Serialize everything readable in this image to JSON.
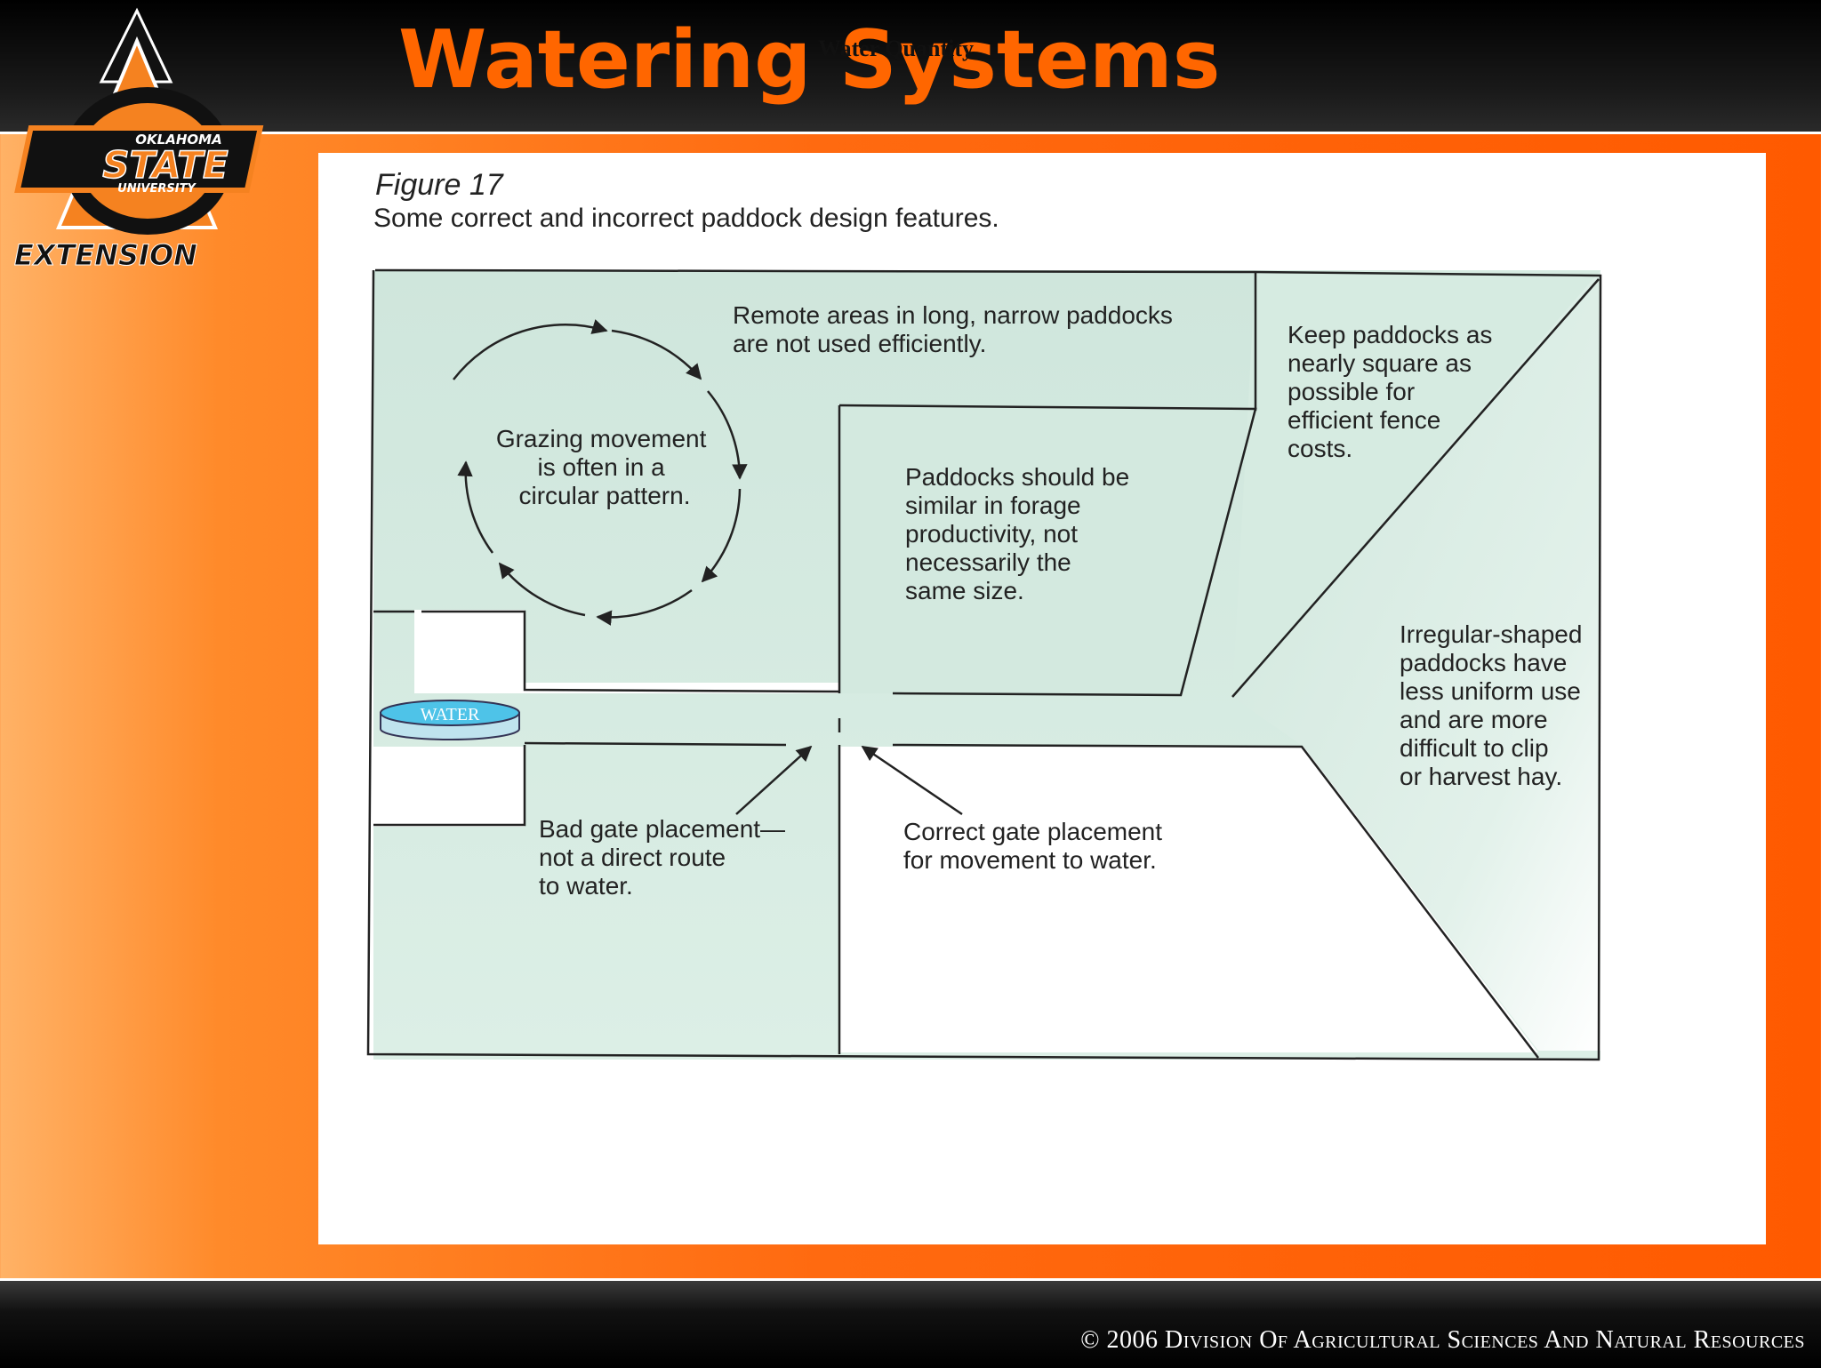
{
  "header": {
    "title": "Watering Systems",
    "subtitle": "Water Quantity"
  },
  "logo": {
    "text_top": "OKLAHOMA",
    "text_main": "STATE",
    "text_bottom": "UNIVERSITY",
    "text_extension": "EXTENSION"
  },
  "figure": {
    "label": "Figure 17",
    "caption": "Some correct and incorrect paddock design features.",
    "water_label": "WATER",
    "notes": {
      "grazing": [
        "Grazing movement",
        "is often in a",
        "circular pattern."
      ],
      "remote": [
        "Remote areas in long, narrow paddocks",
        "are not used efficiently."
      ],
      "square": [
        "Keep paddocks as",
        "nearly square as",
        "possible for",
        "efficient fence",
        "costs."
      ],
      "similar": [
        "Paddocks should be",
        "similar in forage",
        "productivity, not",
        "necessarily the",
        "same size."
      ],
      "irregular": [
        "Irregular-shaped",
        "paddocks have",
        "less uniform use",
        "and are more",
        "difficult to clip",
        "or harvest hay."
      ],
      "bad_gate": [
        "Bad gate placement—",
        "not a direct route",
        "to water."
      ],
      "correct_gate": [
        "Correct gate placement",
        "for movement to water."
      ]
    }
  },
  "footer": {
    "copyright": "© 2006 Division Of Agricultural Sciences And Natural Resources"
  },
  "colors": {
    "title": "#ff6600",
    "paddock_green": "#cfe6dc",
    "water": "#4ec3e8"
  }
}
